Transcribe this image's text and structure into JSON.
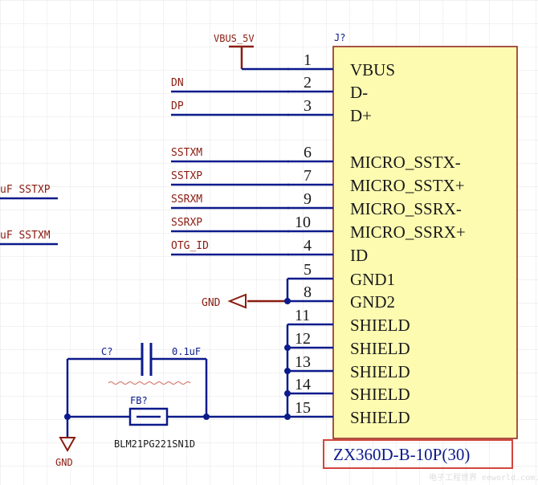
{
  "power": {
    "vbus_label": "VBUS_5V",
    "gnd_label": "GND",
    "gnd2_label": "GND"
  },
  "component": {
    "designator": "J?",
    "part_number": "ZX360D-B-10P(30)",
    "pins": [
      {
        "num": "1",
        "name": "VBUS",
        "net": "VBUS_5V"
      },
      {
        "num": "2",
        "name": "D-",
        "net": "DN"
      },
      {
        "num": "3",
        "name": "D+",
        "net": "DP"
      },
      {
        "num": "6",
        "name": "MICRO_SSTX-",
        "net": "SSTXM"
      },
      {
        "num": "7",
        "name": "MICRO_SSTX+",
        "net": "SSTXP"
      },
      {
        "num": "9",
        "name": "MICRO_SSRX-",
        "net": "SSRXM"
      },
      {
        "num": "10",
        "name": "MICRO_SSRX+",
        "net": "SSRXP"
      },
      {
        "num": "4",
        "name": "ID",
        "net": "OTG_ID"
      },
      {
        "num": "5",
        "name": "GND1",
        "net": ""
      },
      {
        "num": "8",
        "name": "GND2",
        "net": ""
      },
      {
        "num": "11",
        "name": "SHIELD",
        "net": ""
      },
      {
        "num": "12",
        "name": "SHIELD",
        "net": ""
      },
      {
        "num": "13",
        "name": "SHIELD",
        "net": ""
      },
      {
        "num": "14",
        "name": "SHIELD",
        "net": ""
      },
      {
        "num": "15",
        "name": "SHIELD",
        "net": ""
      }
    ]
  },
  "left_nets": {
    "sstxp": "uF SSTXP",
    "sstxm": "uF SSTXM"
  },
  "capacitor": {
    "designator": "C?",
    "value": "0.1uF"
  },
  "ferrite": {
    "designator": "FB?",
    "value": "BLM21PG221SN1D"
  },
  "watermark": "电子工程世界 eeworld.com.cn",
  "colors": {
    "wire": "#0b1a8c",
    "label": "#8b1c10",
    "body_fill": "#fdfbb0",
    "body_stroke": "#8c1c14",
    "highlight": "#d2453a"
  }
}
